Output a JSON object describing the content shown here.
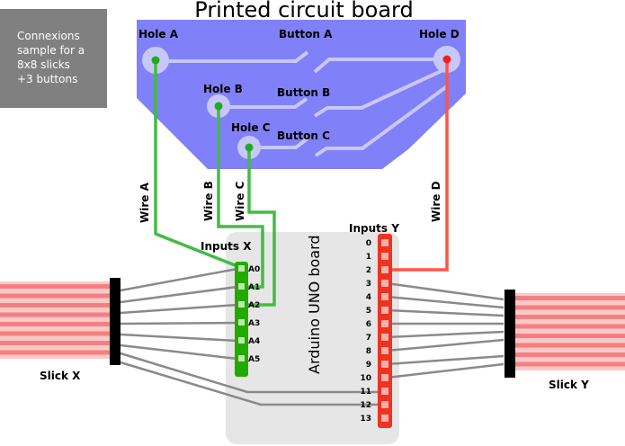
{
  "note": [
    "Connexions",
    "sample for a",
    "8x8 slicks",
    "+3 buttons"
  ],
  "pcb": {
    "title": "Printed circuit board",
    "holes": [
      "Hole A",
      "Hole B",
      "Hole C",
      "Hole D"
    ],
    "buttons": [
      "Button A",
      "Button B",
      "Button C"
    ]
  },
  "wires": [
    "Wire A",
    "Wire B",
    "Wire C",
    "Wire D"
  ],
  "arduino": {
    "label": "Arduino UNO board",
    "inputs_x_label": "Inputs X",
    "inputs_y_label": "Inputs Y",
    "x_pins": [
      "A0",
      "A1",
      "A2",
      "A3",
      "A4",
      "A5"
    ],
    "y_pins": [
      "0",
      "1",
      "2",
      "3",
      "4",
      "5",
      "6",
      "7",
      "8",
      "9",
      "10",
      "11",
      "12",
      "13"
    ]
  },
  "slicks": {
    "x": "Slick X",
    "y": "Slick Y"
  },
  "colors": {
    "pcb": "#8080f8",
    "trace": "#c8c8f8",
    "green_wire": "#44bb44",
    "red_wire": "#ff5544",
    "ribbon": "#f8a0a0",
    "board": "#e6e6e6",
    "header_x": "#22aa00",
    "header_y": "#ee3322",
    "gray_wire": "#8a8a8a"
  }
}
